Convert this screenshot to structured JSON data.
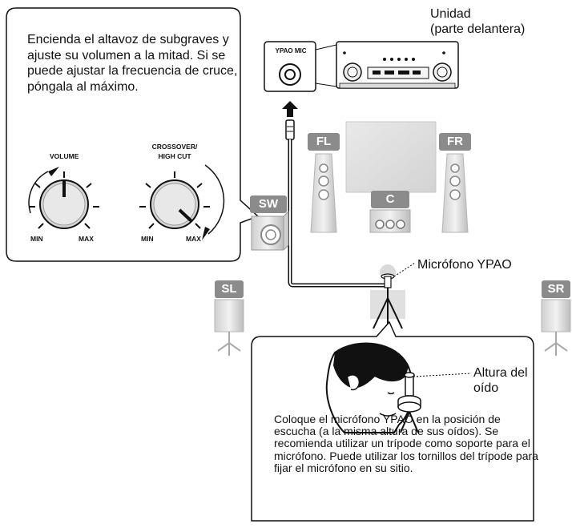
{
  "callout": {
    "text": "Encienda el altavoz de subgraves y ajuste su volumen a la mitad. Si se puede ajustar la frecuencia de cruce, póngala al máximo."
  },
  "knobs": {
    "volume": {
      "label": "VOLUME",
      "min": "MIN",
      "max": "MAX"
    },
    "crossover": {
      "label_line1": "CROSSOVER/",
      "label_line2": "HIGH CUT",
      "min": "MIN",
      "max": "MAX"
    }
  },
  "unit": {
    "title_line1": "Unidad",
    "title_line2": "(parte delantera)",
    "mic_port_label": "YPAO MIC"
  },
  "speakers": {
    "fl": "FL",
    "fr": "FR",
    "c": "C",
    "sw": "SW",
    "sl": "SL",
    "sr": "SR"
  },
  "mic_label": "Micrófono YPAO",
  "ear_height": {
    "line1": "Altura del",
    "line2": "oído"
  },
  "instructions": "Coloque el micrófono YPAO en la posición de escucha (a la misma altura de sus oídos). Se recomienda utilizar un trípode como soporte para el micrófono. Puede utilizar los tornillos del trípode para fijar el micrófono en su sitio.",
  "colors": {
    "badge": "#8b8b8b",
    "speaker_light": "#e4e4e4",
    "speaker_mid": "#b9b9b9",
    "line": "#111111"
  }
}
